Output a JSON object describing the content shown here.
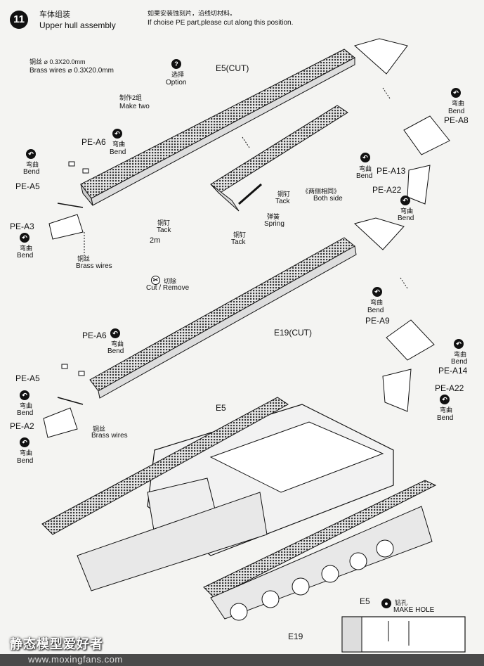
{
  "step": {
    "number": "11",
    "title_cn": "车体组装",
    "title_en": "Upper hull assembly"
  },
  "notice": {
    "cn": "如果安装蚀刻片，沿线切材料。",
    "en": "If choise PE part,please cut along this position."
  },
  "brass_wire_spec": {
    "cn": "铜丝",
    "cn_size": "0.3X20.0mm",
    "en": "Brass wires",
    "en_size": "0.3X20.0mm"
  },
  "make_two": {
    "cn": "制作2组",
    "en": "Make two"
  },
  "option": {
    "cn": "选择",
    "en": "Option"
  },
  "bend": {
    "cn": "弯曲",
    "en": "Bend"
  },
  "tack": {
    "cn": "铜钉",
    "en": "Tack"
  },
  "spring": {
    "cn": "弹簧",
    "en": "Spring"
  },
  "both_side": {
    "cn": "《两侧相同》",
    "en": "Both side"
  },
  "cut_remove": {
    "cn": "切除",
    "en": "Cut / Remove",
    "dim": "2m"
  },
  "brass_wires_label": {
    "cn": "铜丝",
    "en": "Brass wires"
  },
  "make_hole": {
    "cn": "钻孔",
    "en": "MAKE HOLE"
  },
  "parts": {
    "e5cut": "E5(CUT)",
    "e19cut": "E19(CUT)",
    "e5": "E5",
    "e19": "E19",
    "pe_a6": "PE-A6",
    "pe_a5": "PE-A5",
    "pe_a3": "PE-A3",
    "pe_a2": "PE-A2",
    "pe_a8": "PE-A8",
    "pe_a13": "PE-A13",
    "pe_a22": "PE-A22",
    "pe_a9": "PE-A9",
    "pe_a14": "PE-A14"
  },
  "watermark": {
    "cn": "静态模型爱好者",
    "url": "www.moxingfans.com"
  }
}
